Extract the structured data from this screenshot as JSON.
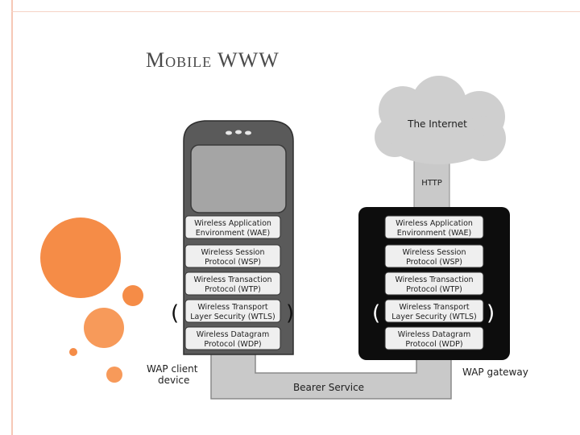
{
  "slide": {
    "title": "Mobile WWW"
  },
  "diagram": {
    "internet_label": "The Internet",
    "http_label": "HTTP",
    "bearer_label": "Bearer Service",
    "client": {
      "caption_line1": "WAP client",
      "caption_line2": "device",
      "layers": [
        {
          "line1": "Wireless Application",
          "line2": "Environment (WAE)"
        },
        {
          "line1": "Wireless Session",
          "line2": "Protocol (WSP)"
        },
        {
          "line1": "Wireless Transaction",
          "line2": "Protocol (WTP)"
        },
        {
          "line1": "Wireless Transport",
          "line2": "Layer Security (WTLS)"
        },
        {
          "line1": "Wireless Datagram",
          "line2": "Protocol (WDP)"
        }
      ]
    },
    "gateway": {
      "caption": "WAP gateway",
      "layers": [
        {
          "line1": "Wireless Application",
          "line2": "Environment (WAE)"
        },
        {
          "line1": "Wireless Session",
          "line2": "Protocol (WSP)"
        },
        {
          "line1": "Wireless Transaction",
          "line2": "Protocol (WTP)"
        },
        {
          "line1": "Wireless Transport",
          "line2": "Layer Security (WTLS)"
        },
        {
          "line1": "Wireless Datagram",
          "line2": "Protocol (WDP)"
        }
      ]
    },
    "colors": {
      "accent_orange": "#f58c47",
      "gateway_box": "#0d0d0d",
      "layer_fill": "#efefef",
      "phone_body": "#5a5a5a",
      "cloud": "#cfcfcf"
    }
  }
}
